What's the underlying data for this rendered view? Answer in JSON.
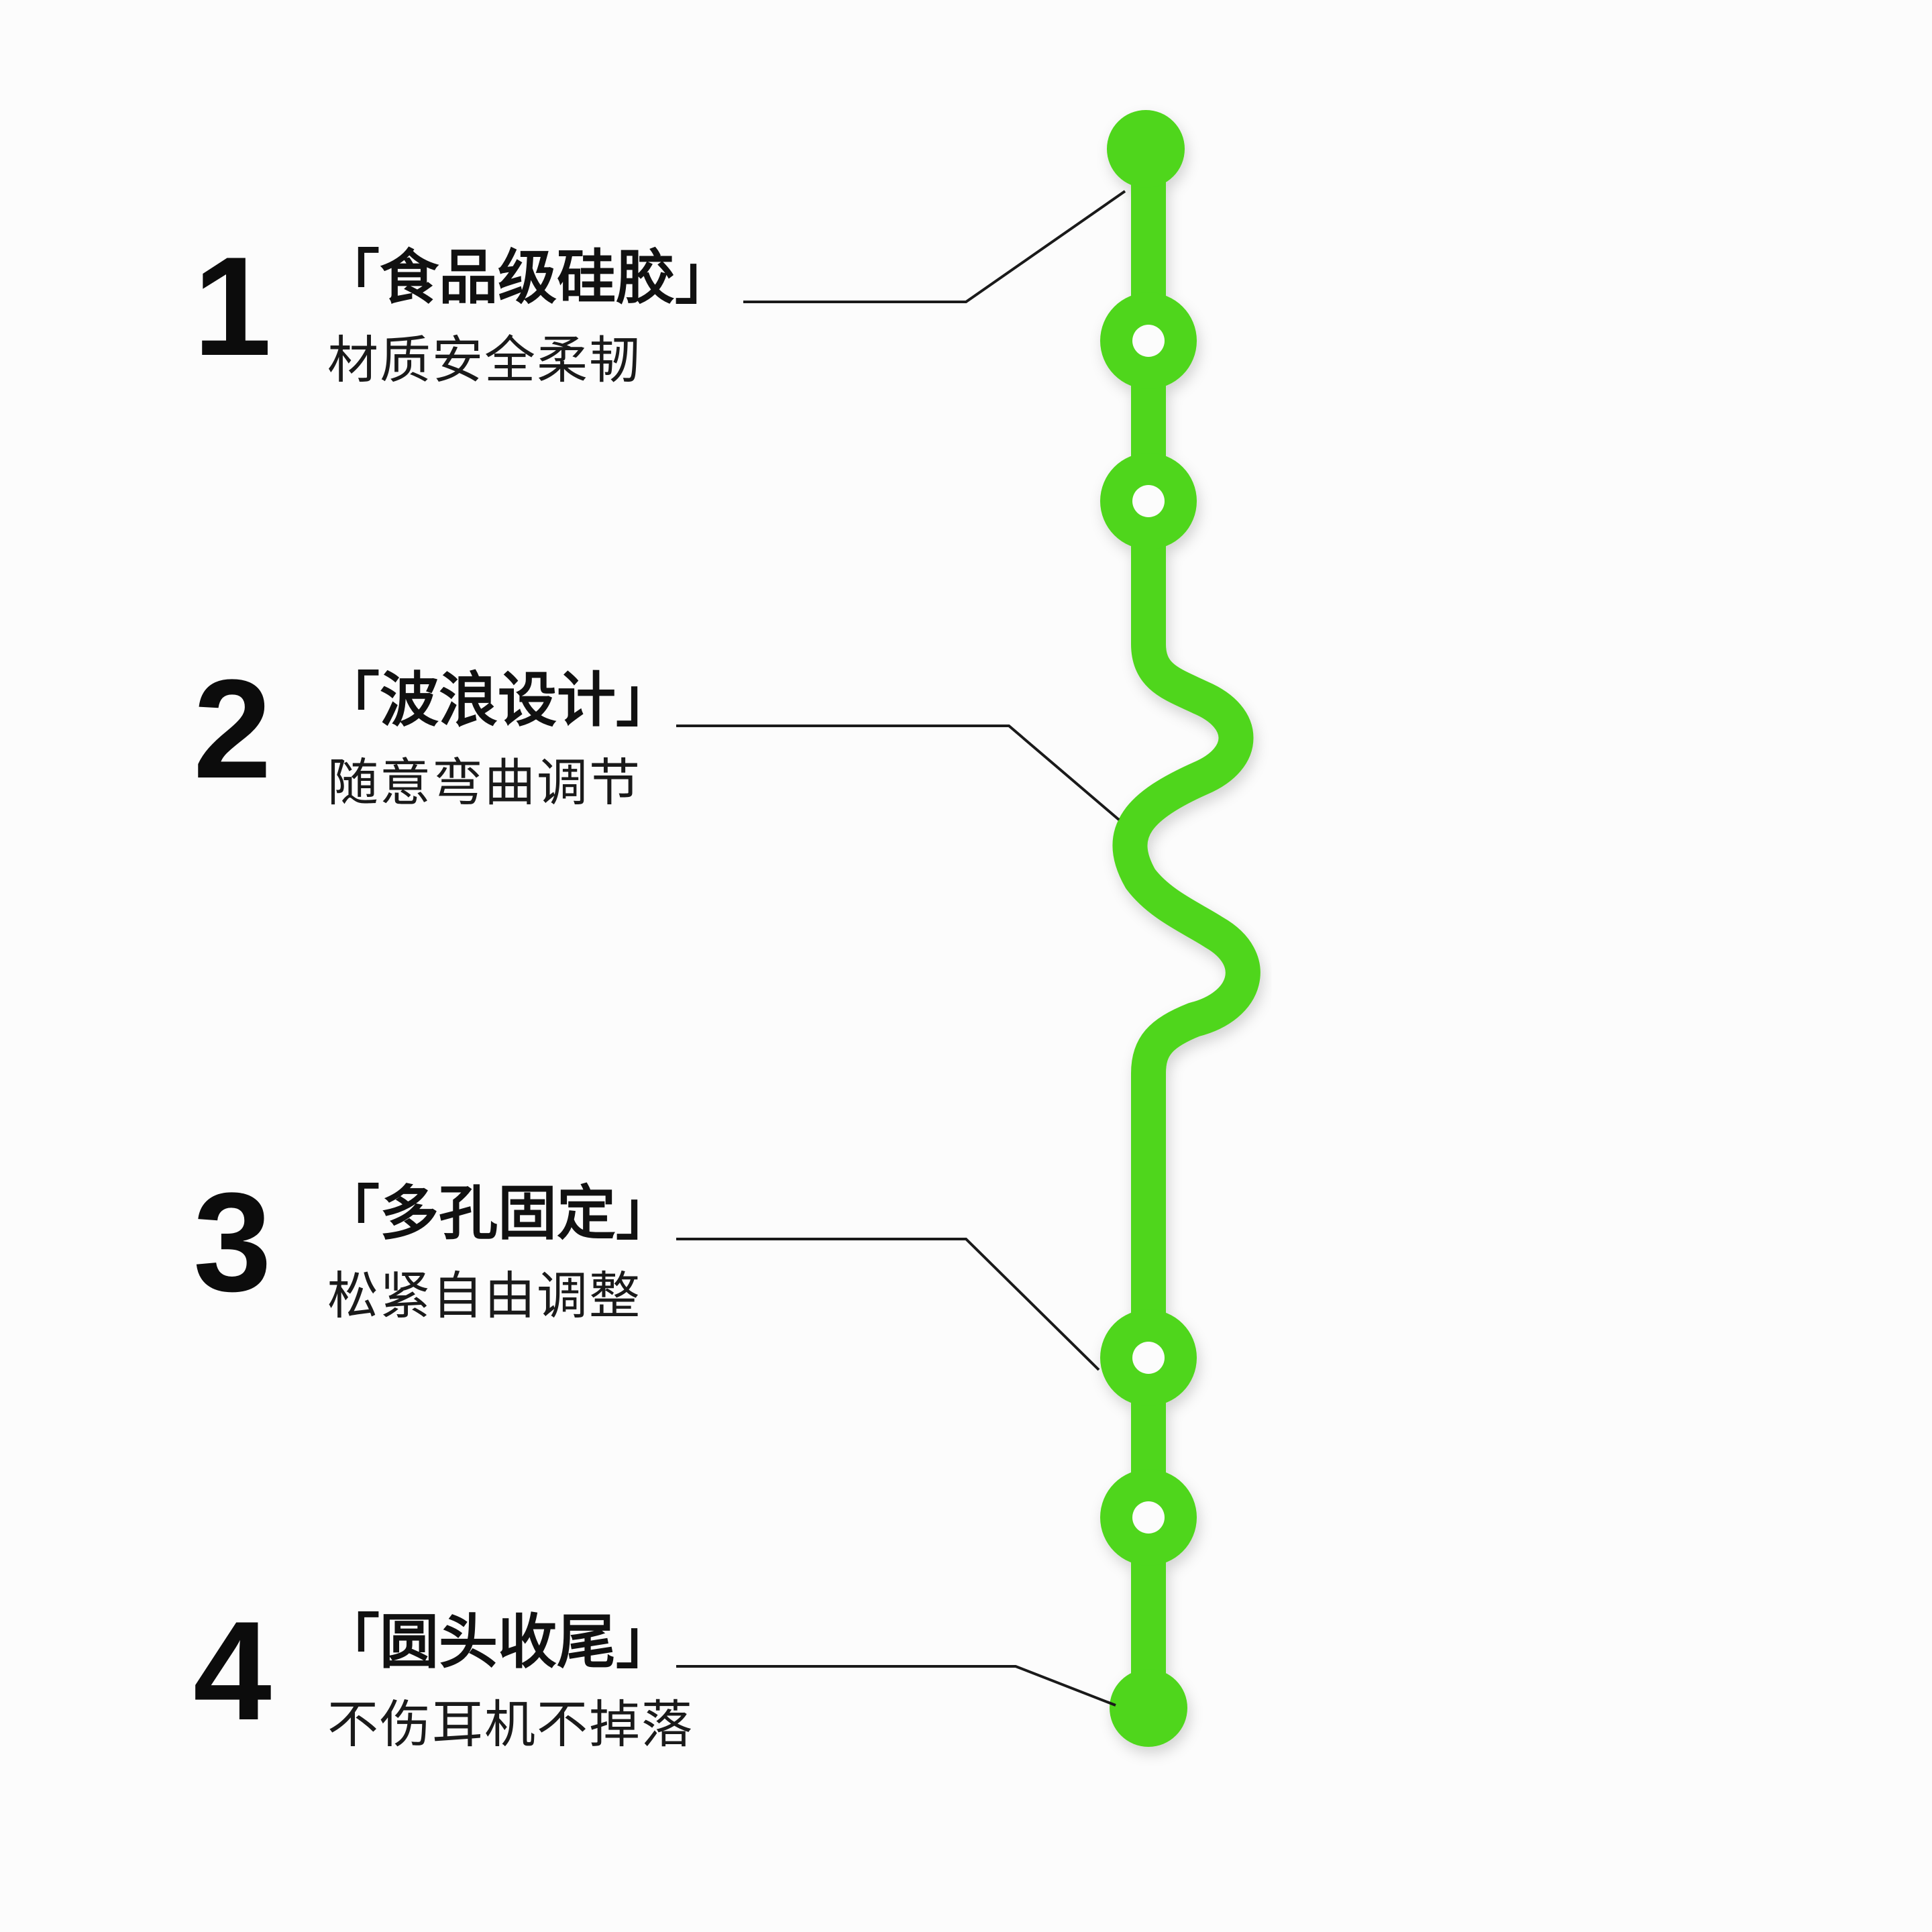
{
  "features": [
    {
      "number": "1",
      "title": "「食品级硅胶」",
      "description": "材质安全柔韧"
    },
    {
      "number": "2",
      "title": "「波浪设计」",
      "description": "随意弯曲调节"
    },
    {
      "number": "3",
      "title": "「多孔固定」",
      "description": "松紧自由调整"
    },
    {
      "number": "4",
      "title": "「圆头收尾」",
      "description": "不伤耳机不掉落"
    }
  ],
  "colors": {
    "product_green": "#4fd61b",
    "leader_line": "#1a1a1a",
    "background": "#fcfcfc"
  }
}
